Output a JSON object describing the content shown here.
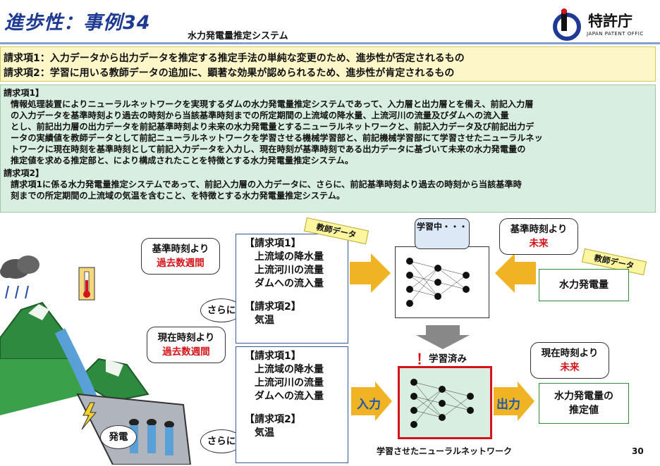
{
  "header": {
    "title": "進歩性：事例34",
    "subtitle": "水力発電量推定システム",
    "logo_text": "特許庁",
    "logo_sub": "JAPAN PATENT OFFIC"
  },
  "summary": {
    "line1": "請求項1：入力データから出力データを推定する推定手法の単純な変更のため、進歩性が否定されるもの",
    "line2": "請求項2：学習に用いる教師データの追加に、顕著な効果が認められるため、進歩性が肯定されるもの"
  },
  "claims": {
    "claim1_heading": "請求項1】",
    "claim1_lines": [
      "情報処理装置によりニューラルネットワークを実現するダムの水力発電量推定システムであって、入力層と出力層とを備え、前記入力層",
      "の入力データを基準時刻より過去の時刻から当該基準時刻までの所定期間の上流域の降水量、上流河川の流量及びダムへの流入量",
      "とし、前記出力層の出力データを前記基準時刻より未来の水力発電量とするニューラルネットワークと、前記入力データ及び前記出力デ",
      "ータの実績値を教師データとして前記ニューラルネットワークを学習させる機械学習部と、前記機械学習部にて学習させたニューラルネッ",
      "トワークに現在時刻を基準時刻として前記入力データを入力し、現在時刻が基準時刻である出力データに基づいて未来の水力発電量の",
      "推定値を求める推定部と、により構成されたことを特徴とする水力発電量推定システム。"
    ],
    "claim2_heading": "請求項2】",
    "claim2_lines": [
      "請求項1に係る水力発電量推定システムであって、前記入力層の入力データに、さらに、前記基準時刻より過去の時刻から当該基準時",
      "刻までの所定期間の上流域の気温を含むこと、を特徴とする水力発電量推定システム。"
    ]
  },
  "diagram": {
    "callout_top": {
      "line1": "基準時刻より",
      "line2": "過去数週間"
    },
    "callout_bottom": {
      "line1": "現在時刻より",
      "line2": "過去数週間"
    },
    "sarani": "さらに",
    "box_top": {
      "c1": "【請求項1】",
      "items": [
        "上流域の降水量",
        "上流河川の流量",
        "ダムへの流入量"
      ],
      "c2": "【請求項2】",
      "c2_item": "気温"
    },
    "box_bottom": {
      "c1": "【請求項1】",
      "items": [
        "上流域の降水量",
        "上流河川の流量",
        "ダムへの流入量"
      ],
      "c2": "【請求項2】",
      "c2_item": "気温"
    },
    "teacher_data": "教師データ",
    "learning": "学習中・・・",
    "learned": "学習済み",
    "learned_mark": "！",
    "right_top": {
      "line1": "基準時刻より",
      "line2": "未来"
    },
    "right_bottom": {
      "line1": "現在時刻より",
      "line2": "未来"
    },
    "output_top": "水力発電量",
    "output_bottom": {
      "line1": "水力発電量の",
      "line2": "推定値"
    },
    "input_label": "入力",
    "output_label": "出力",
    "nn_caption": "学習させたニューラルネットワーク",
    "power_label": "発電",
    "page_number": "30"
  },
  "colors": {
    "title": "#1f3a93",
    "accent_red": "#d4141a",
    "arrow": "#f0b323",
    "summary_bg": "#fdf6c8",
    "claims_bg": "#d8eee0"
  }
}
